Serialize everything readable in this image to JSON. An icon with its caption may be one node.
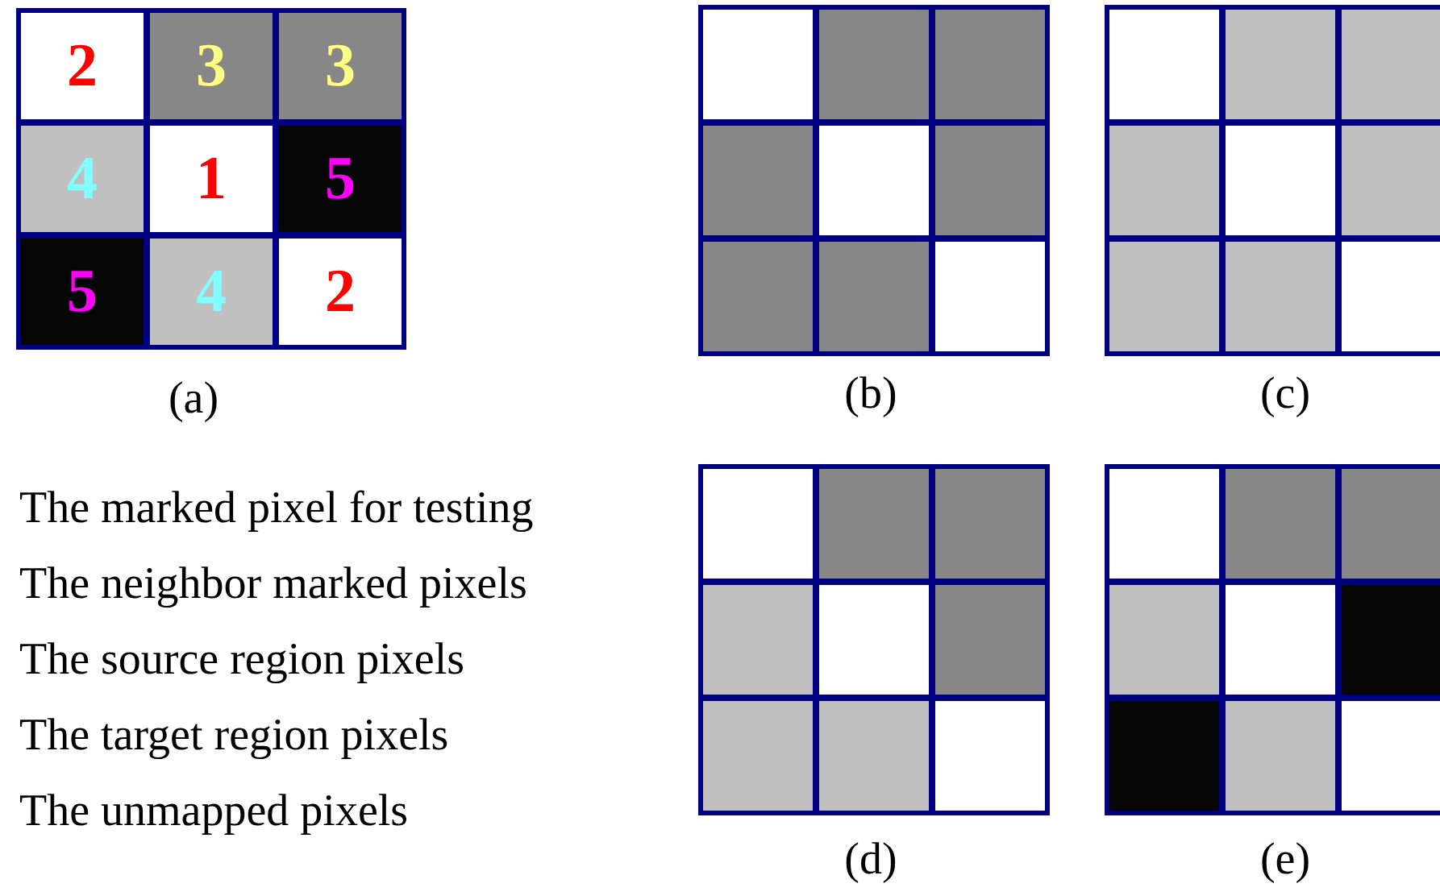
{
  "diagram": {
    "labels": [
      "2",
      "3",
      "3",
      "4",
      "1",
      "5",
      "5",
      "4",
      "2",
      "(a)",
      "(b)",
      "(c)",
      "(d)",
      "(e)"
    ],
    "legend": [
      {
        "text": "The marked pixel for testing"
      },
      {
        "text": "The neighbor marked pixels"
      },
      {
        "text": "The source region pixels"
      },
      {
        "text": "The target region pixels"
      },
      {
        "text": "The unmapped pixels"
      }
    ]
  }
}
